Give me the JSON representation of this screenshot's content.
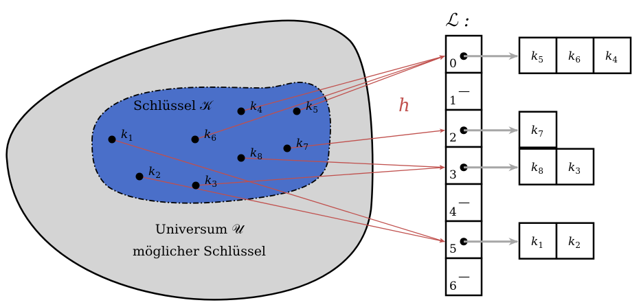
{
  "colors": {
    "universe_fill": "#d4d4d4",
    "keyset_fill": "#4a6fc9",
    "hash_arrow": "#c0504d",
    "pointer_arrow": "#a6a6a6"
  },
  "universe": {
    "line1": "Universum 𝒰",
    "line2": "möglicher Schlüssel"
  },
  "keyset": {
    "label": "Schlüssel 𝒦"
  },
  "hash_label": "h",
  "table_label": "ℒ :",
  "keys": [
    {
      "id": "k1",
      "letter": "k",
      "sub": "1"
    },
    {
      "id": "k2",
      "letter": "k",
      "sub": "2"
    },
    {
      "id": "k3",
      "letter": "k",
      "sub": "3"
    },
    {
      "id": "k4",
      "letter": "k",
      "sub": "4"
    },
    {
      "id": "k5",
      "letter": "k",
      "sub": "5"
    },
    {
      "id": "k6",
      "letter": "k",
      "sub": "6"
    },
    {
      "id": "k7",
      "letter": "k",
      "sub": "7"
    },
    {
      "id": "k8",
      "letter": "k",
      "sub": "8"
    }
  ],
  "slots": [
    {
      "index": "0",
      "empty": false,
      "chain": [
        "k5",
        "k6",
        "k4"
      ]
    },
    {
      "index": "1",
      "empty": true,
      "empty_mark": "—",
      "chain": []
    },
    {
      "index": "2",
      "empty": false,
      "chain": [
        "k7"
      ]
    },
    {
      "index": "3",
      "empty": false,
      "chain": [
        "k8",
        "k3"
      ]
    },
    {
      "index": "4",
      "empty": true,
      "empty_mark": "—",
      "chain": []
    },
    {
      "index": "5",
      "empty": false,
      "chain": [
        "k1",
        "k2"
      ]
    },
    {
      "index": "6",
      "empty": true,
      "empty_mark": "—",
      "chain": []
    }
  ],
  "hash_map": [
    {
      "key": "k4",
      "slot": "0"
    },
    {
      "key": "k5",
      "slot": "0"
    },
    {
      "key": "k6",
      "slot": "0"
    },
    {
      "key": "k7",
      "slot": "2"
    },
    {
      "key": "k8",
      "slot": "3"
    },
    {
      "key": "k3",
      "slot": "3"
    },
    {
      "key": "k1",
      "slot": "5"
    },
    {
      "key": "k2",
      "slot": "5"
    }
  ]
}
